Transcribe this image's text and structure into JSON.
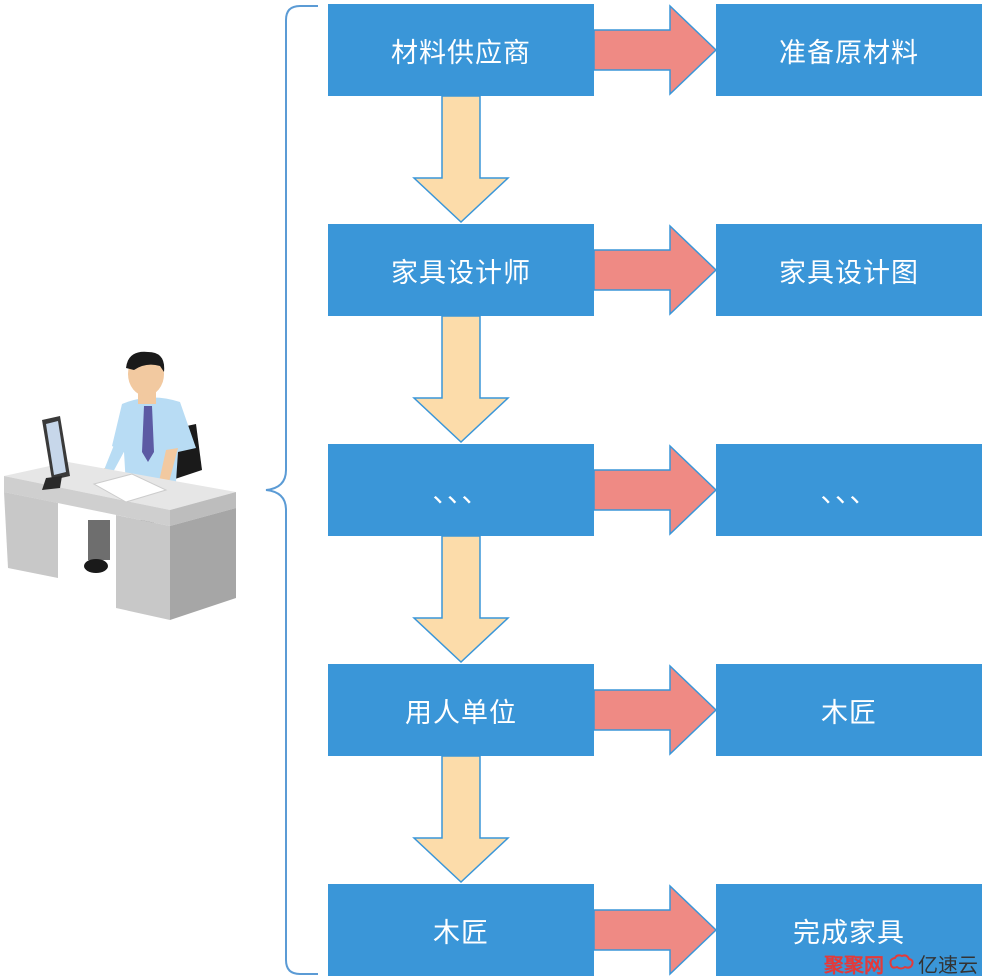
{
  "flow": {
    "rows": [
      {
        "left": "材料供应商",
        "right": "准备原材料"
      },
      {
        "left": "家具设计师",
        "right": "家具设计图"
      },
      {
        "left": "、、、",
        "right": "、、、"
      },
      {
        "left": "用人单位",
        "right": "木匠"
      },
      {
        "left": "木匠",
        "right": "完成家具"
      }
    ]
  },
  "colors": {
    "box": "#3a96d8",
    "down_arrow": "#fcdcaa",
    "right_arrow": "#ef8a84",
    "brace": "#5b9bd5"
  },
  "watermark": {
    "red_text": "聚聚网",
    "logo_icon": "yisu-cloud-logo-icon",
    "text": "亿速云"
  }
}
